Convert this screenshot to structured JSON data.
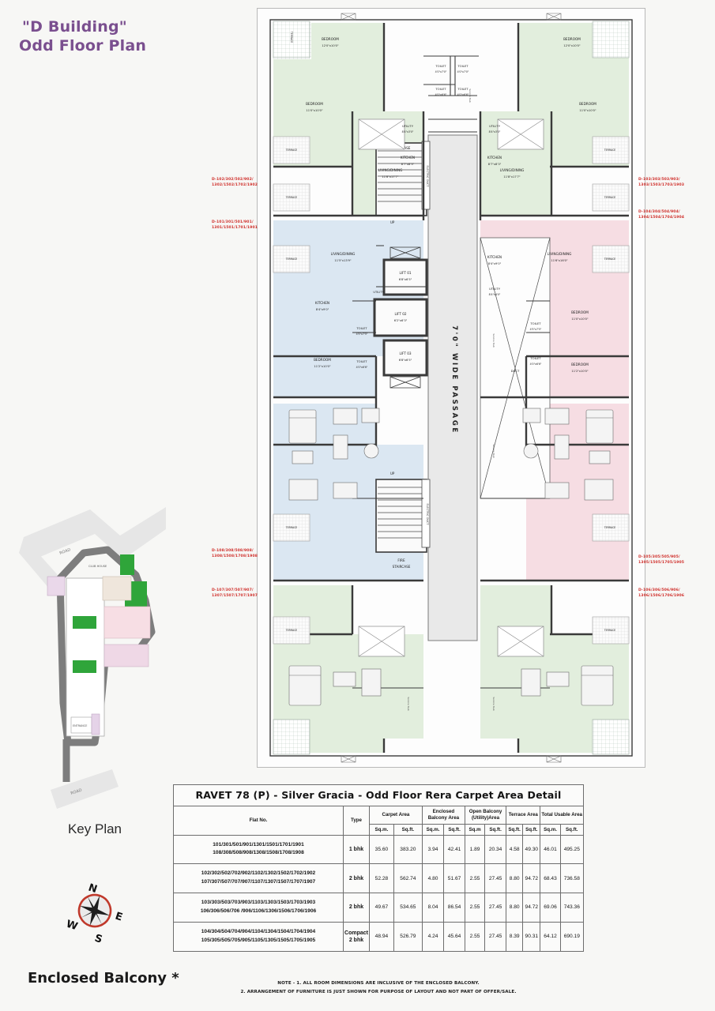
{
  "title": {
    "line1": "\"D Building\"",
    "line2": "Odd Floor Plan",
    "color": "#7a4f8f"
  },
  "key_plan": {
    "label": "Key Plan",
    "roads": [
      "ROAD",
      "ROAD"
    ],
    "site_labels": [
      "CLUB HOUSE",
      "ENTRANCE"
    ],
    "compass": {
      "north": "N",
      "east": "E",
      "south": "S",
      "west": "W",
      "ring_color": "#c0392b"
    }
  },
  "legend": {
    "enclosed_balcony": "Enclosed Balcony *"
  },
  "plan": {
    "central": {
      "passage": "7'0\" WIDE PASSAGE",
      "staircase": "STAIRCASE",
      "fire_staircase": "FIRE STAIRCASE",
      "up_marker": "UP",
      "electric_duct": "ELECTRIC DUCT",
      "duct": "DUCT",
      "service_shaft": "Service Slab",
      "lifts": [
        {
          "name": "LIFT 01",
          "size": "6'8\"x6'5\""
        },
        {
          "name": "LIFT 02",
          "size": "6'2\"x6'3\""
        },
        {
          "name": "LIFT 03",
          "size": "6'8\"x6'5\""
        }
      ]
    },
    "rooms": {
      "bedroom": "BEDROOM",
      "toilet": "TOILET",
      "kitchen": "KITCHEN",
      "utility": "UTILITY",
      "living_dining": "LIVING/DINING",
      "terrace": "TERRACE",
      "bedroom_sizes": [
        "12'0\"x10'0\"",
        "11'0\"x10'0\"",
        "11'2\"x10'0\"",
        "11'0\"x9'0\""
      ],
      "toilet_sizes": [
        "4'0\"x7'0\"",
        "4'0\"x6'6\"",
        "4'5\"x7'5\""
      ],
      "kitchen_sizes": [
        "8'7\"x8'3\"",
        "8'4\"x9'0\""
      ],
      "utility_sizes": [
        "8'4\"x3'0\"",
        "8'4\"x4'0\""
      ],
      "living_sizes": [
        "11'8\"x17'7\"",
        "11'5\"x13'9\"",
        "11'6\"x16'0\""
      ],
      "terrace_sizes": [
        "4'0\"x10'0\"",
        "8'6\"x5'0\"",
        "8'0\"x6'1\"",
        "6'6\"x4'0\""
      ]
    },
    "unit_tags": {
      "top_left_1": [
        "D-102/302/502/902/",
        "1302/1502/1702/1902"
      ],
      "top_left_2": [
        "D-101/301/501/901/",
        "1301/1501/1701/1901"
      ],
      "top_right_1": [
        "D-103/303/503/903/",
        "1303/1503/1703/1903"
      ],
      "top_right_2": [
        "D-104/304/504/904/",
        "1304/1504/1704/1904"
      ],
      "bot_left_1": [
        "D-108/308/508/908/",
        "1308/1508/1708/1908"
      ],
      "bot_left_2": [
        "D-107/307/507/907/",
        "1307/1507/1707/1907"
      ],
      "bot_right_1": [
        "D-105/305/505/905/",
        "1305/1505/1705/1905"
      ],
      "bot_right_2": [
        "D-106/306/506/906/",
        "1306/1506/1706/1906"
      ]
    },
    "colors": {
      "green_unit": "#e2eedd",
      "blue_unit": "#dbe7f2",
      "pink_unit": "#f6dde3",
      "wall": "#3a3a3a",
      "core": "#e8e8e8"
    }
  },
  "table": {
    "title": "RAVET   78 (P) - Silver Gracia  - Odd Floor Rera Carpet Area Detail",
    "headers": {
      "flat_no": "Flat No.",
      "type": "Type",
      "groups": [
        "Carpet Area",
        "Enclosed Balcony Area",
        "Open Balcony (Utility)Area",
        "Terrace Area",
        "Total Usable Area"
      ],
      "sub": [
        "Sq.m.",
        "Sq.ft.",
        "Sq.m.",
        "Sq.ft.",
        "Sq.m",
        "Sq.ft.",
        "Sq.ft.",
        "Sq.ft.",
        "Sq.m.",
        "Sq.ft."
      ]
    },
    "rows": [
      {
        "flat_no": [
          "101/301/501/901/1301/1501/1701/1901",
          "108/308/508/908/1308/1508/1708/1908"
        ],
        "type": "1  bhk",
        "values": [
          "35.60",
          "383.20",
          "3.94",
          "42.41",
          "1.89",
          "20.34",
          "4.58",
          "49.30",
          "46.01",
          "495.25"
        ]
      },
      {
        "flat_no": [
          "102/302/502/702/902/1102/1302/1502/1702/1902",
          "107/307/507/707/907/1107/1307/1507/1707/1907"
        ],
        "type": "2  bhk",
        "values": [
          "52.28",
          "562.74",
          "4.80",
          "51.67",
          "2.55",
          "27.45",
          "8.80",
          "94.72",
          "68.43",
          "736.58"
        ]
      },
      {
        "flat_no": [
          "103/303/503/703/903/1103/1303/1503/1703/1903",
          "106/306/506/706 /906/1106/1306/1506/1706/1906"
        ],
        "type": "2  bhk",
        "values": [
          "49.67",
          "534.65",
          "8.04",
          "86.54",
          "2.55",
          "27.45",
          "8.80",
          "94.72",
          "69.06",
          "743.36"
        ]
      },
      {
        "flat_no": [
          "104/304/504/704/904/1104/1304/1504/1704/1904",
          "105/305/505/705/905/1105/1305/1505/1705/1905"
        ],
        "type": "Compact\n2  bhk",
        "type_line1": "Compact",
        "type_line2": "2  bhk",
        "values": [
          "48.94",
          "526.79",
          "4.24",
          "45.64",
          "2.55",
          "27.45",
          "8.39",
          "90.31",
          "64.12",
          "690.19"
        ]
      }
    ],
    "notes": [
      "NOTE - 1. ALL ROOM DIMENSIONS ARE INCLUSIVE OF THE ENCLOSED BALCONY.",
      "2.  ARRANGEMENT OF FURNITURE IS JUST SHOWN FOR PURPOSE OF LAYOUT AND NOT PART OF OFFER/SALE."
    ]
  }
}
